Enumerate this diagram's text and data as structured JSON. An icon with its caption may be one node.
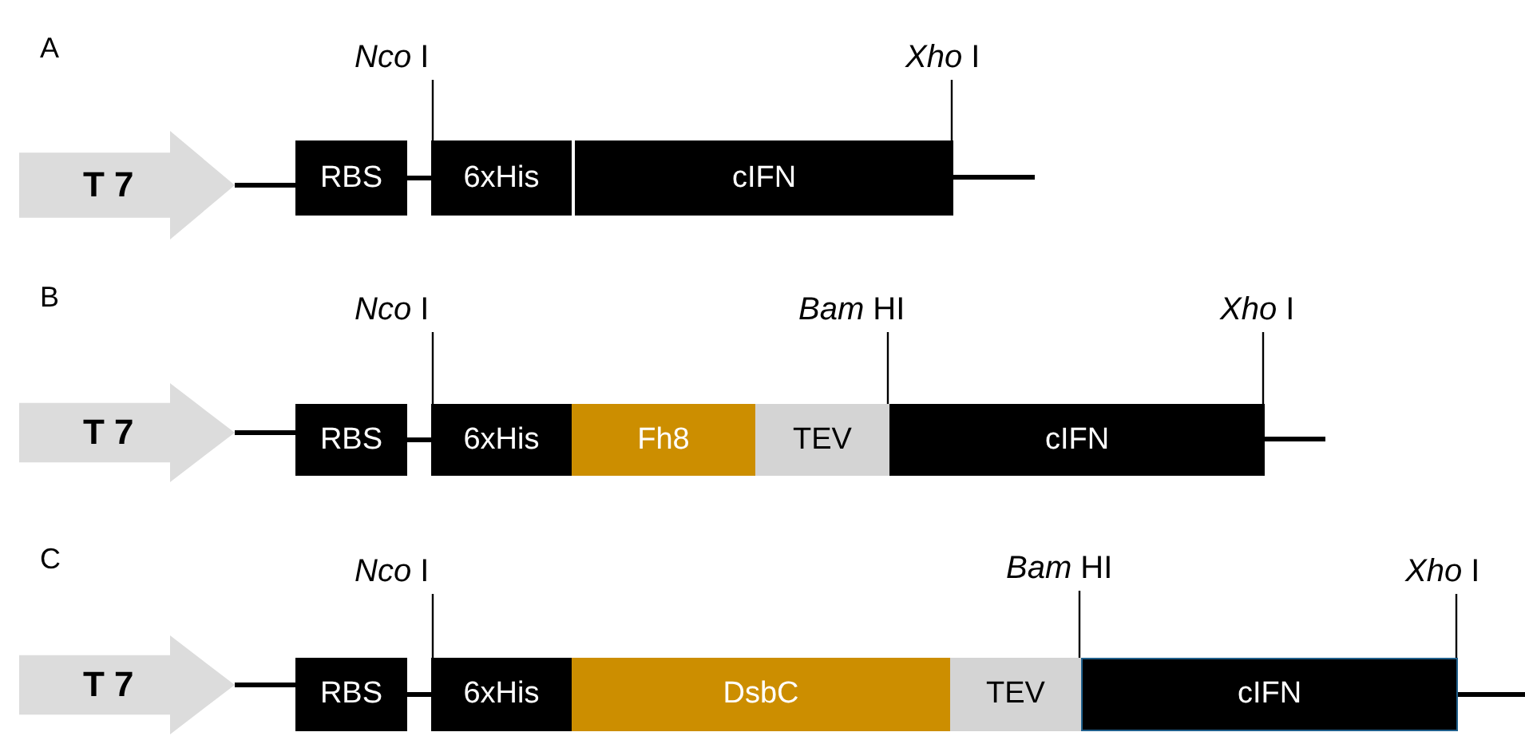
{
  "diagram": {
    "nodes": [
      {
        "text": [
          "T 7"
        ]
      },
      {
        "text": [
          "RBS"
        ]
      },
      {
        "text": [
          "6xHis"
        ]
      },
      {
        "text": [
          "cIFN"
        ]
      },
      {
        "text": [
          "*Nco* I"
        ]
      },
      {
        "text": [
          "*Xho* I"
        ]
      },
      {
        "text": [
          "T 7"
        ]
      },
      {
        "text": [
          "RBS"
        ]
      },
      {
        "text": [
          "6xHis"
        ]
      },
      {
        "text": [
          "Fh8"
        ]
      },
      {
        "text": [
          "TEV"
        ]
      },
      {
        "text": [
          "cIFN"
        ]
      },
      {
        "text": [
          "*Nco* I"
        ]
      },
      {
        "text": [
          "*Bam* HI"
        ]
      },
      {
        "text": [
          "*Xho* I"
        ]
      },
      {
        "text": [
          "T 7"
        ]
      },
      {
        "text": [
          "RBS"
        ]
      },
      {
        "text": [
          "6xHis"
        ]
      },
      {
        "text": [
          "DsbC"
        ]
      },
      {
        "text": [
          "TEV"
        ]
      },
      {
        "text": [
          "cIFN"
        ]
      },
      {
        "text": [
          "*Nco* I"
        ]
      },
      {
        "text": [
          "*Bam* HI"
        ]
      },
      {
        "text": [
          "*Xho* I"
        ]
      }
    ],
    "edges": [
      {
        "from": 0,
        "to": 1,
        "arrow": "none"
      },
      {
        "from": 1,
        "to": 2,
        "arrow": "none"
      },
      {
        "from": 3,
        "to": null,
        "arrow": "none"
      },
      {
        "from": 4,
        "to": 2,
        "arrow": "none"
      },
      {
        "from": 5,
        "to": 3,
        "arrow": "none"
      },
      {
        "from": 6,
        "to": 7,
        "arrow": "none"
      },
      {
        "from": 7,
        "to": 8,
        "arrow": "none"
      },
      {
        "from": 11,
        "to": null,
        "arrow": "none"
      },
      {
        "from": 12,
        "to": 8,
        "arrow": "none"
      },
      {
        "from": 13,
        "to": 10,
        "arrow": "none"
      },
      {
        "from": 14,
        "to": 11,
        "arrow": "none"
      },
      {
        "from": 15,
        "to": 16,
        "arrow": "none"
      },
      {
        "from": 16,
        "to": 17,
        "arrow": "none"
      },
      {
        "from": 20,
        "to": null,
        "arrow": "none"
      },
      {
        "from": 21,
        "to": 17,
        "arrow": "none"
      },
      {
        "from": 22,
        "to": 19,
        "arrow": "none"
      },
      {
        "from": 23,
        "to": 20,
        "arrow": "none"
      }
    ],
    "labels": [
      "A",
      "B",
      "C"
    ]
  }
}
